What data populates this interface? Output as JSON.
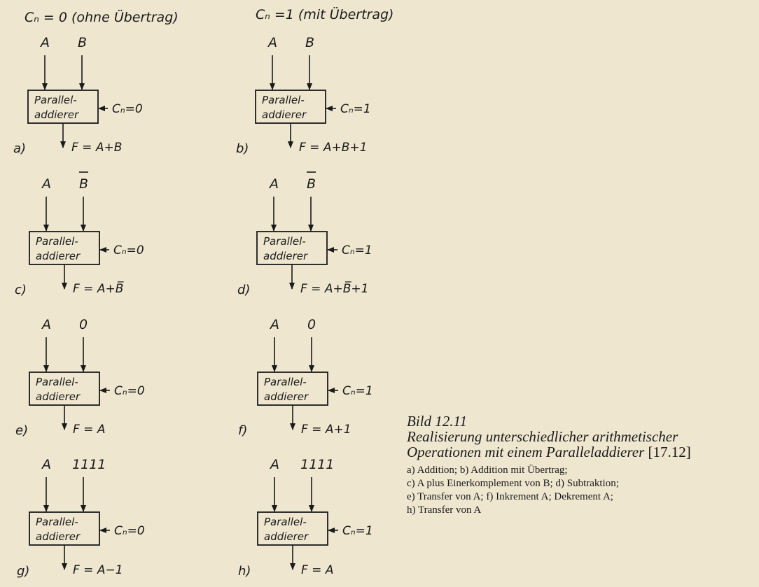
{
  "headers": {
    "without_carry": "Cₙ = 0 (ohne Übertrag)",
    "with_carry": "Cₙ =1 (mit Übertrag)"
  },
  "block_label_line1": "Parallel-",
  "block_label_line2": "addierer",
  "panels": [
    {
      "id": "a",
      "label": "a)",
      "input_a": "A",
      "input_b": "B",
      "input_b_bar": false,
      "carry": "Cₙ=0",
      "output": "F = A+B"
    },
    {
      "id": "b",
      "label": "b)",
      "input_a": "A",
      "input_b": "B",
      "input_b_bar": false,
      "carry": "Cₙ=1",
      "output": "F = A+B+1"
    },
    {
      "id": "c",
      "label": "c)",
      "input_a": "A",
      "input_b": "B",
      "input_b_bar": true,
      "carry": "Cₙ=0",
      "output": "F = A+B̅"
    },
    {
      "id": "d",
      "label": "d)",
      "input_a": "A",
      "input_b": "B",
      "input_b_bar": true,
      "carry": "Cₙ=1",
      "output": "F = A+B̅+1"
    },
    {
      "id": "e",
      "label": "e)",
      "input_a": "A",
      "input_b": "0",
      "input_b_bar": false,
      "carry": "Cₙ=0",
      "output": "F = A"
    },
    {
      "id": "f",
      "label": "f)",
      "input_a": "A",
      "input_b": "0",
      "input_b_bar": false,
      "carry": "Cₙ=1",
      "output": "F = A+1"
    },
    {
      "id": "g",
      "label": "g)",
      "input_a": "A",
      "input_b": "1111",
      "input_b_bar": false,
      "carry": "Cₙ=0",
      "output": "F = A−1"
    },
    {
      "id": "h",
      "label": "h)",
      "input_a": "A",
      "input_b": "1111",
      "input_b_bar": false,
      "carry": "Cₙ=1",
      "output": "F = A"
    }
  ],
  "caption": {
    "number": "Bild 12.11",
    "title": "Realisierung unterschiedlicher arithmetischer Operationen mit einem Paralleladdierer",
    "reference": "[17.12]",
    "items": [
      "a) Addition; b) Addition mit Übertrag;",
      "c) A plus Einerkomplement von B; d) Subtraktion;",
      "e) Transfer von A; f) Inkrement A; Dekrement A;",
      "h) Transfer von A"
    ]
  },
  "colors": {
    "paper": "#efe6cf",
    "ink": "#1a1a1a"
  }
}
